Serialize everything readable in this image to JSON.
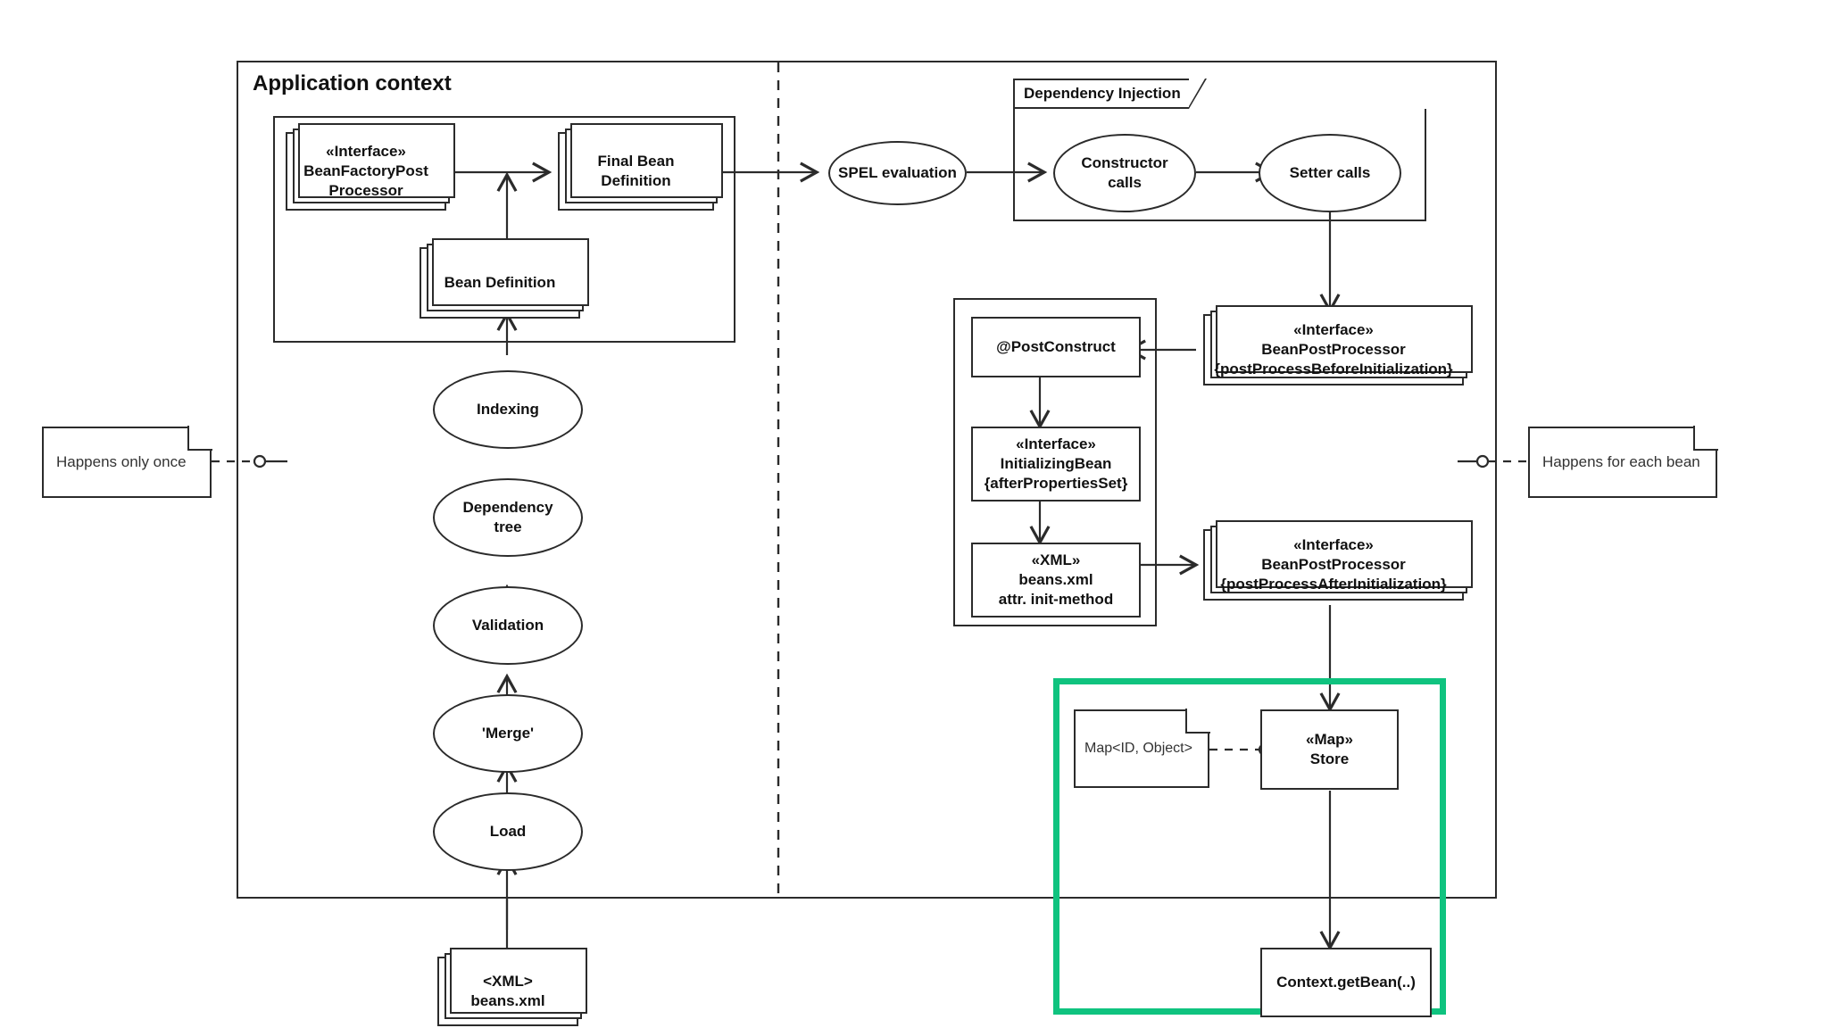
{
  "diagram": {
    "title": "Application context",
    "accent_color": "#0FC37F",
    "line_color": "#2b2b2b"
  },
  "frames": {
    "application_context": {
      "label": "Application context"
    },
    "dependency_injection": {
      "label": "Dependency Injection"
    }
  },
  "notes": {
    "left": {
      "text": "Happens only once"
    },
    "right": {
      "text": "Happens for each bean"
    },
    "map_type": {
      "text": "Map<ID, Object>"
    }
  },
  "nodes": {
    "bean_factory_post_processor": {
      "line1": "«Interface»",
      "line2": "BeanFactoryPost",
      "line3": "Processor"
    },
    "final_bean_definition": {
      "line1": "Final Bean",
      "line2": "Definition"
    },
    "bean_definition": {
      "line1": "Bean Definition"
    },
    "indexing": {
      "line1": "Indexing"
    },
    "dependency_tree": {
      "line1": "Dependency",
      "line2": "tree"
    },
    "validation": {
      "line1": "Validation"
    },
    "merge": {
      "line1": "'Merge'"
    },
    "load": {
      "line1": "Load"
    },
    "beans_xml_source": {
      "line1": "<XML>",
      "line2": "beans.xml"
    },
    "spel_evaluation": {
      "line1": "SPEL evaluation"
    },
    "constructor_calls": {
      "line1": "Constructor",
      "line2": "calls"
    },
    "setter_calls": {
      "line1": "Setter calls"
    },
    "bpp_before": {
      "line1": "«Interface»",
      "line2": "BeanPostProcessor",
      "line3": "{postProcessBeforeInitialization}"
    },
    "bpp_after": {
      "line1": "«Interface»",
      "line2": "BeanPostProcessor",
      "line3": "{postProcessAfterInitialization}"
    },
    "post_construct": {
      "line1": "@PostConstruct"
    },
    "initializing_bean": {
      "line1": "«Interface»",
      "line2": "InitializingBean",
      "line3": "{afterPropertiesSet}"
    },
    "beans_xml_init": {
      "line1": "«XML»",
      "line2": "beans.xml",
      "line3": "attr. init-method"
    },
    "map_store": {
      "line1": "«Map»",
      "line2": "Store"
    },
    "context_get_bean": {
      "line1": "Context.getBean(..)"
    }
  }
}
